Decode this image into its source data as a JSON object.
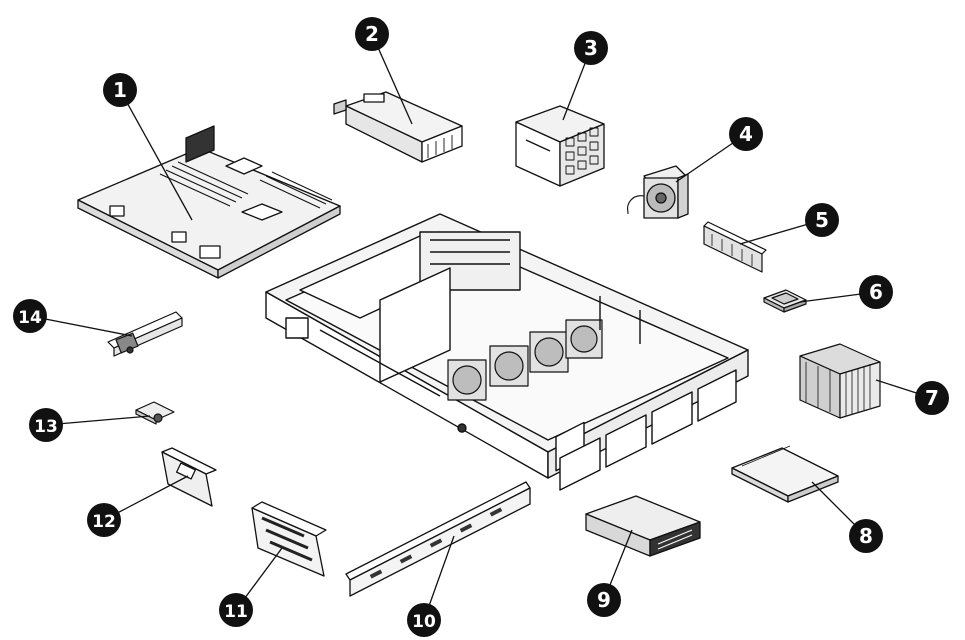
{
  "diagram": {
    "colors": {
      "ink": "#111111",
      "paper": "#ffffff",
      "shade": "#d6d6d6",
      "dark": "#444444"
    },
    "callouts": [
      {
        "id": 1,
        "label": "1"
      },
      {
        "id": 2,
        "label": "2"
      },
      {
        "id": 3,
        "label": "3"
      },
      {
        "id": 4,
        "label": "4"
      },
      {
        "id": 5,
        "label": "5"
      },
      {
        "id": 6,
        "label": "6"
      },
      {
        "id": 7,
        "label": "7"
      },
      {
        "id": 8,
        "label": "8"
      },
      {
        "id": 9,
        "label": "9"
      },
      {
        "id": 10,
        "label": "10"
      },
      {
        "id": 11,
        "label": "11"
      },
      {
        "id": 12,
        "label": "12"
      },
      {
        "id": 13,
        "label": "13"
      },
      {
        "id": 14,
        "label": "14"
      }
    ]
  }
}
